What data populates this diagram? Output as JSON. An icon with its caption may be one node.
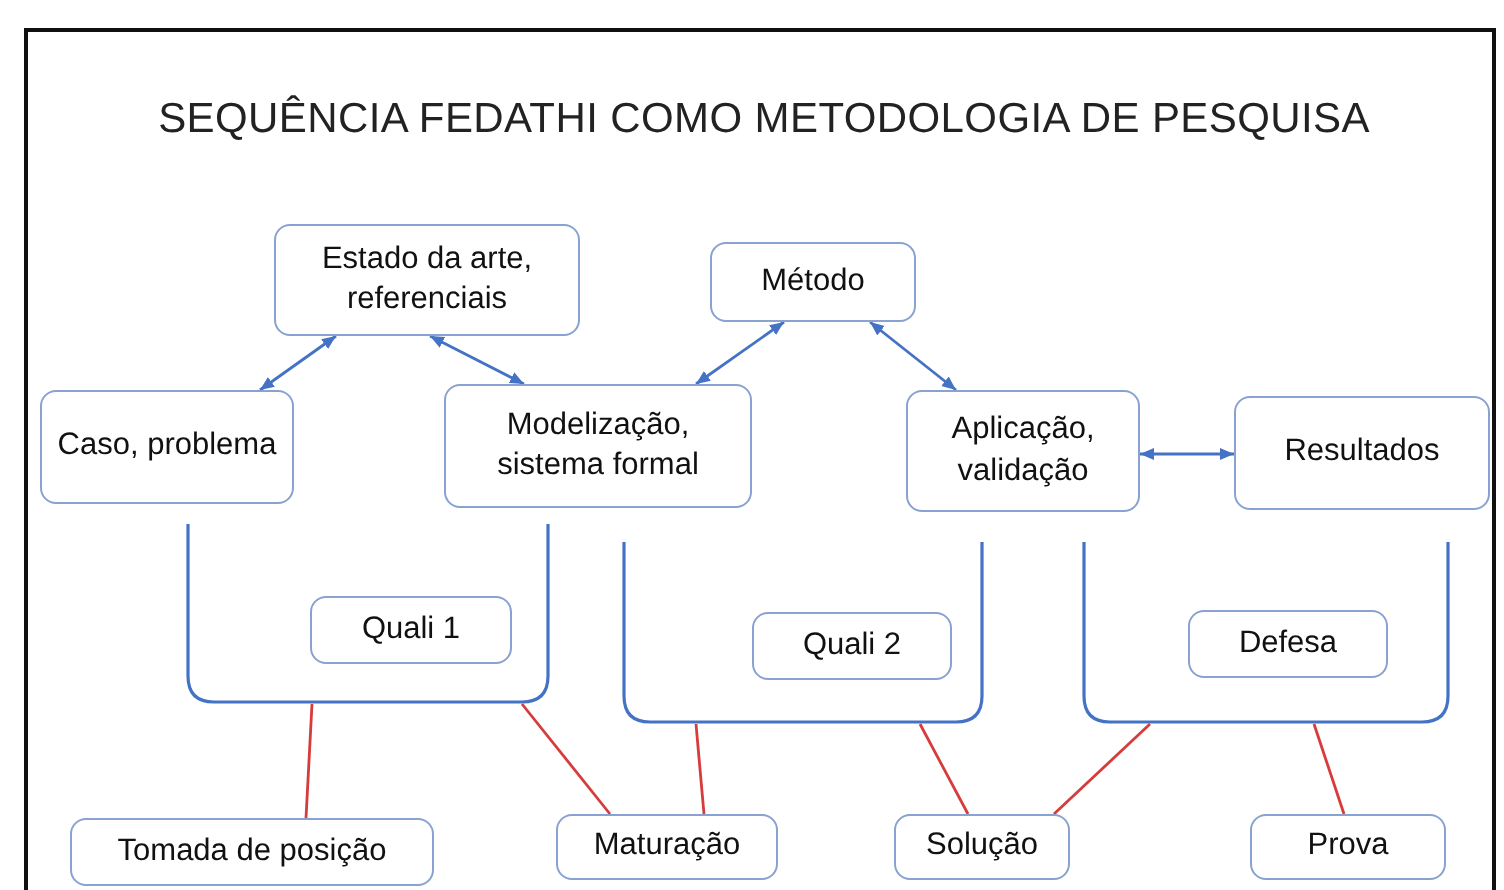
{
  "diagram": {
    "title": "SEQUÊNCIA FEDATHI COMO METODOLOGIA DE PESQUISA",
    "nodes": [
      {
        "text": [
          "Estado da arte, referenciais"
        ]
      },
      {
        "text": [
          "Método"
        ]
      },
      {
        "text": [
          "Caso, problema"
        ]
      },
      {
        "text": [
          "Modelização, sistema formal"
        ]
      },
      {
        "text": [
          "Aplicação, validação"
        ]
      },
      {
        "text": [
          "Resultados"
        ]
      },
      {
        "text": [],
        "shape": "bracket"
      },
      {
        "text": [
          "Quali 1"
        ],
        "in": 6
      },
      {
        "text": [],
        "shape": "bracket"
      },
      {
        "text": [
          "Quali 2"
        ],
        "in": 8
      },
      {
        "text": [],
        "shape": "bracket"
      },
      {
        "text": [
          "Defesa"
        ],
        "in": 10
      },
      {
        "text": [
          "Tomada de posição"
        ]
      },
      {
        "text": [
          "Maturação"
        ]
      },
      {
        "text": [
          "Solução"
        ]
      },
      {
        "text": [
          "Prova"
        ]
      }
    ],
    "edges": [
      {
        "from": 0,
        "to": 2,
        "arrow": "both",
        "color": "#4472c4"
      },
      {
        "from": 0,
        "to": 3,
        "arrow": "both",
        "color": "#4472c4"
      },
      {
        "from": 1,
        "to": 3,
        "arrow": "both",
        "color": "#4472c4"
      },
      {
        "from": 1,
        "to": 4,
        "arrow": "both",
        "color": "#4472c4"
      },
      {
        "from": 4,
        "to": 5,
        "arrow": "both",
        "color": "#4472c4"
      },
      {
        "from": 6,
        "to": 12,
        "arrow": "none",
        "color": "#d63c3c"
      },
      {
        "from": 6,
        "to": 13,
        "arrow": "none",
        "color": "#d63c3c"
      },
      {
        "from": 8,
        "to": 13,
        "arrow": "none",
        "color": "#d63c3c"
      },
      {
        "from": 8,
        "to": 14,
        "arrow": "none",
        "color": "#d63c3c"
      },
      {
        "from": 10,
        "to": 14,
        "arrow": "none",
        "color": "#d63c3c"
      },
      {
        "from": 10,
        "to": 15,
        "arrow": "none",
        "color": "#d63c3c"
      }
    ]
  }
}
